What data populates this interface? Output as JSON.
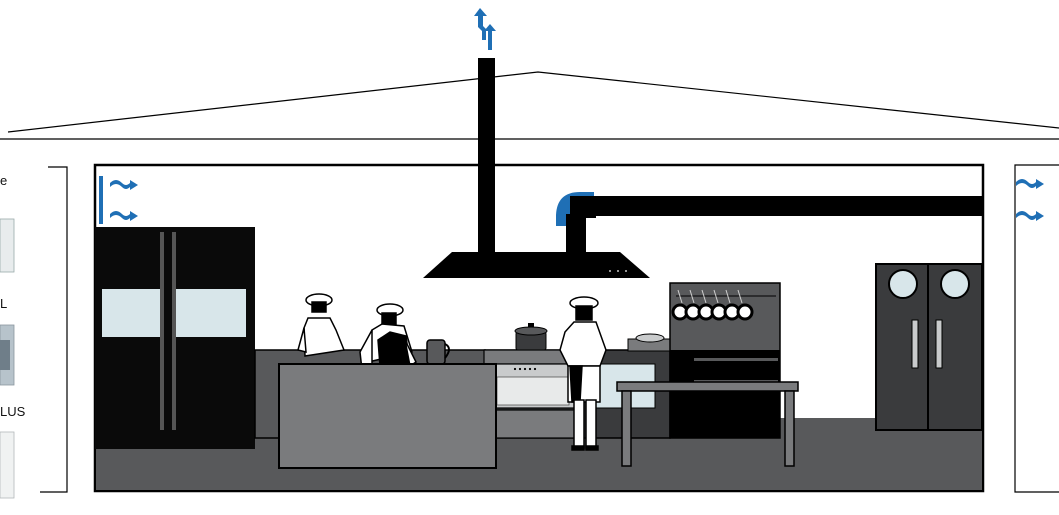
{
  "side_panel": {
    "label_top": "e",
    "label_mid": "L",
    "label_bottom": "LUS"
  },
  "colors": {
    "outline": "#000000",
    "wall": "#ffffff",
    "floor": "#58595b",
    "accent_blue": "#1f6fb5",
    "counter_grey": "#7a7b7d",
    "dark_grey": "#3a3b3d",
    "window_glass": "#d8e6ea",
    "fridge_black": "#0a0a0a"
  },
  "icons": [
    "chimney-exhaust-arrow-icon",
    "supply-air-arrow-icon",
    "extract-fan-icon",
    "chef-figure-icon"
  ]
}
